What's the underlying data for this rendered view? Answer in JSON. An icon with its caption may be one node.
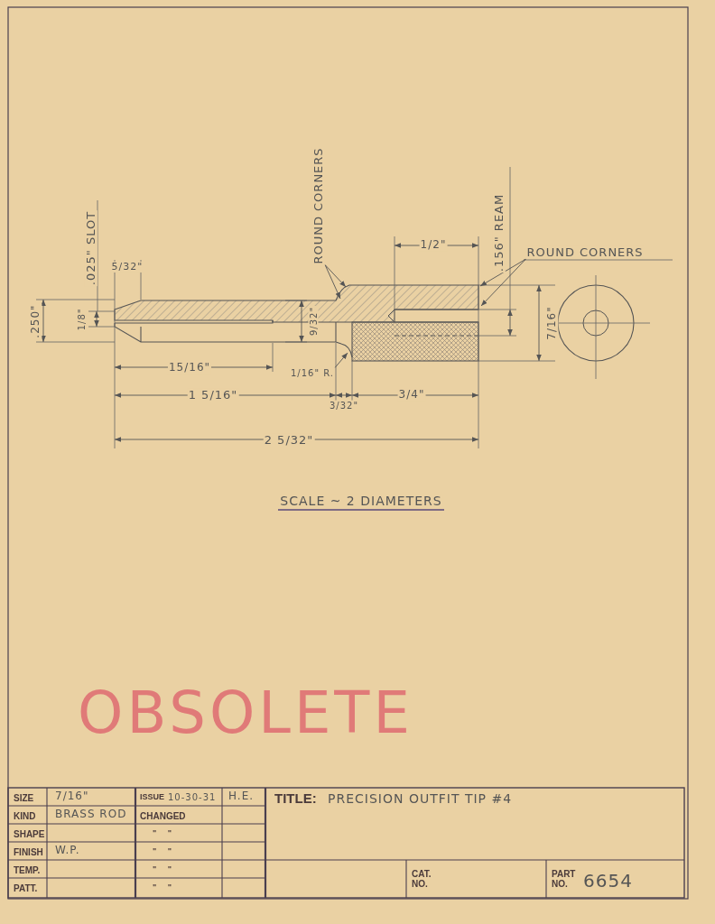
{
  "diagram": {
    "nodes": [
      {
        "text": [
          "ROUND CORNERS"
        ]
      },
      {
        "text": [
          "ROUND CORNERS"
        ]
      },
      {
        "text": [
          "1/16\" R."
        ]
      },
      {
        "text": [],
        "shape": "picture"
      }
    ],
    "edges": [
      {
        "from": 0,
        "to": 3,
        "arrow": "to"
      },
      {
        "from": 0,
        "to": 3,
        "arrow": "to"
      },
      {
        "from": 1,
        "to": 3,
        "arrow": "to"
      },
      {
        "from": 1,
        "to": 3,
        "arrow": "to"
      },
      {
        "from": 2,
        "to": 3,
        "arrow": "to"
      }
    ],
    "labels": [
      ".025\" SLOT",
      "5/32\"",
      ".250\"",
      "1/8\"",
      "9/32\"",
      "15/16\"",
      "1 5/16\"",
      "3/32\"",
      "3/4\"",
      "2 5/32\"",
      "1/2\"",
      ".156\" REAM",
      "7/16\"",
      "SCALE ~ 2 DIAMETERS",
      "OBSOLETE",
      "SIZE",
      "7/16\"",
      "ISSUE",
      "10-30-31",
      "H.E.",
      "TITLE:",
      "PRECISION OUTFIT TIP #4",
      "KIND",
      "BRASS ROD",
      "CHANGED",
      "SHAPE",
      "\" \"",
      "FINISH",
      "W.P.",
      "\" \"",
      "TEMP.",
      "\" \"",
      "CAT. NO.",
      "PART NO.",
      "6654",
      "PATT.",
      "\" \""
    ]
  }
}
